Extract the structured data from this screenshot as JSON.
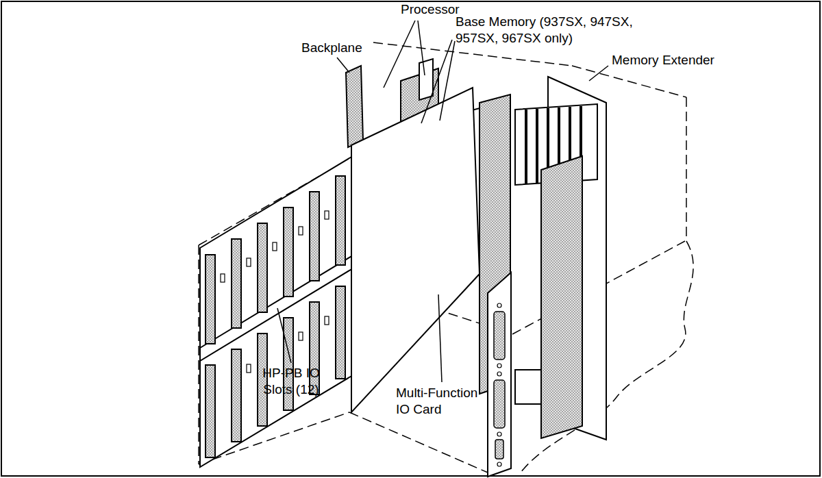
{
  "diagram": {
    "labels": [
      "Processor",
      "Base Memory (937SX, 947SX, 957SX, 967SX only)",
      "Backplane",
      "Memory Extender",
      "HP-PB IO Slots (12)",
      "Multi-Function IO Card"
    ]
  }
}
